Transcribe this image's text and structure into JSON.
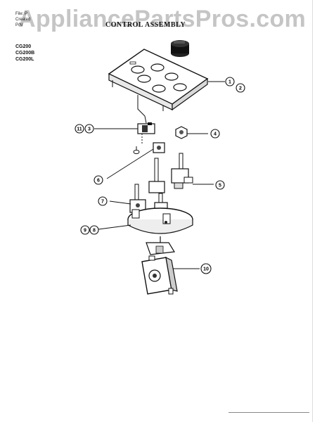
{
  "watermark": "AppliancePartsPros.com",
  "header": {
    "file_line": "File: P",
    "created_line": "Created",
    "pn_line": "P/N"
  },
  "title": "CONTROL ASSEMBLY",
  "models": [
    "CG200",
    "CG200B",
    "CG200L"
  ],
  "callouts": [
    "1",
    "2",
    "11",
    "3",
    "4",
    "6",
    "5",
    "7",
    "9",
    "8",
    "10"
  ]
}
